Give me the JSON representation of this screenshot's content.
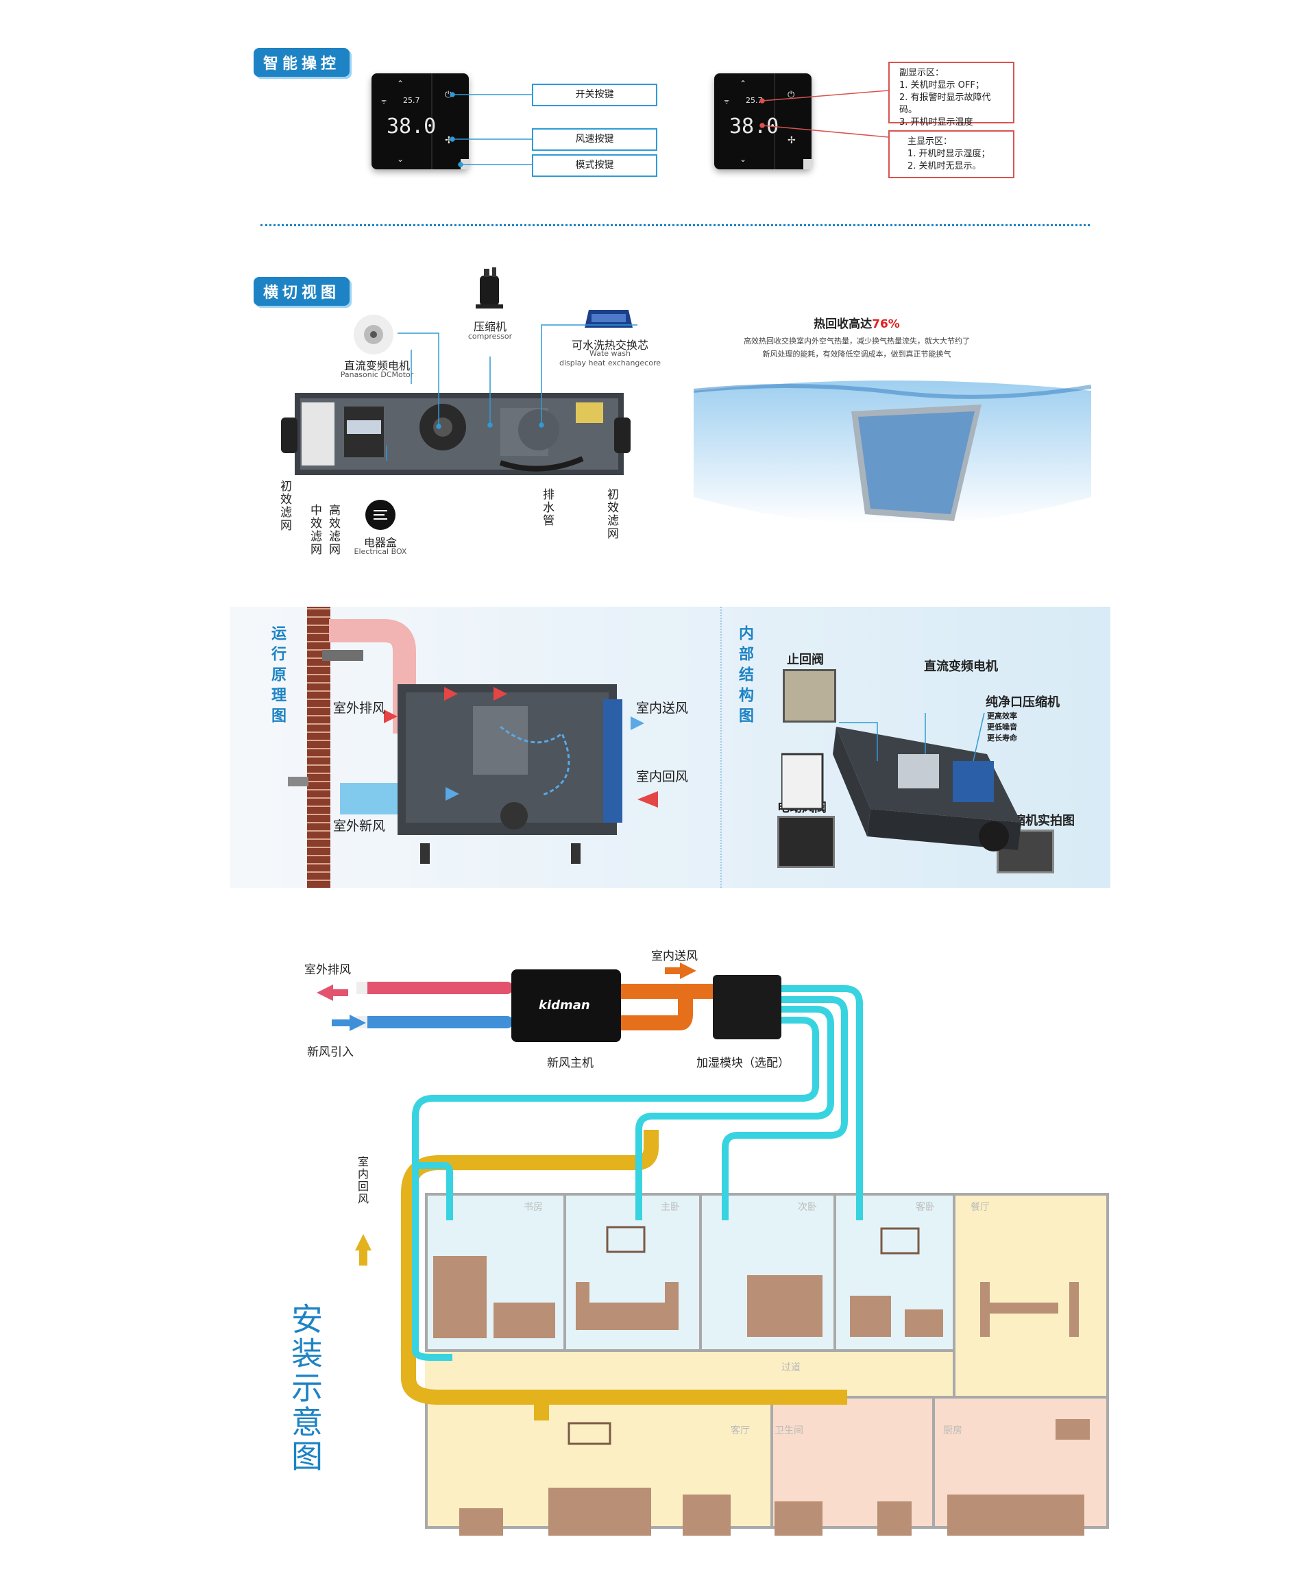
{
  "section1": {
    "tag": "智能操控",
    "panel_left": {
      "temp_small": "25.7",
      "temp_big": "38.0"
    },
    "panel_right": {
      "temp_small": "25.7",
      "temp_big": "38.0"
    },
    "callouts": [
      "开关按键",
      "风速按键",
      "模式按键"
    ],
    "info1": {
      "title": "副显示区：",
      "lines": [
        "1. 关机时显示 OFF；",
        "2. 有报警时显示故障代码。",
        "3. 开机时显示温度"
      ]
    },
    "info2": {
      "title": "主显示区：",
      "lines": [
        "1. 开机时显示湿度；",
        "2. 关机时无显示。"
      ]
    }
  },
  "section2": {
    "tag": "横切视图",
    "compressor": {
      "cn": "压缩机",
      "en": "compressor"
    },
    "motor": {
      "cn": "直流变频电机",
      "en": "Panasonic DCMotor"
    },
    "core": {
      "cn": "可水洗热交换芯",
      "en1": "Wate wash",
      "en2": "display heat exchangecore"
    },
    "ebox": {
      "cn": "电器盒",
      "en": "Electrical BOX"
    },
    "vlabels": [
      "初效滤网",
      "中效滤网",
      "高效滤网",
      "排水管",
      "初效滤网"
    ],
    "heat": {
      "title": "热回收高达",
      "pct": "76%",
      "line1": "高效热回收交换室内外空气热量，减少换气热量流失，就大大节约了",
      "line2": "新风处理的能耗，有效降低空调成本，做到真正节能换气"
    }
  },
  "section3": {
    "tag_left": "运行原理图",
    "tag_right": "内部结构图",
    "flow": {
      "exhaust": "室外排风",
      "fresh": "室外新风",
      "supply": "室内送风",
      "return": "室内回风"
    },
    "parts": {
      "check_valve": "止回阀",
      "motor": "直流变频电机",
      "compressor": "纯净口压缩机",
      "c1": "更高效率",
      "c2": "更低噪音",
      "c3": "更长寿命",
      "damper": "电动风阀",
      "photo": "压缩机实拍图"
    }
  },
  "section4": {
    "title": "安装示意图",
    "exhaust": "室外排风",
    "intake": "新风引入",
    "supply": "室内送风",
    "host": "新风主机",
    "humid": "加湿模块（选配）",
    "brand": "kidman",
    "return": "室内回风",
    "rooms": {
      "study": "书房",
      "master": "主卧",
      "second": "次卧",
      "guest": "客卧",
      "dining": "餐厅",
      "corridor": "过道",
      "living": "客厅",
      "bath": "卫生间",
      "kitchen": "厨房"
    }
  },
  "colors": {
    "accent": "#1d83c4",
    "red_box": "#d9534f",
    "pipe_cyan": "#38d3e0",
    "pipe_yellow": "#e3b21c",
    "pipe_orange": "#e66f1c",
    "floor": "#fcefc4"
  }
}
